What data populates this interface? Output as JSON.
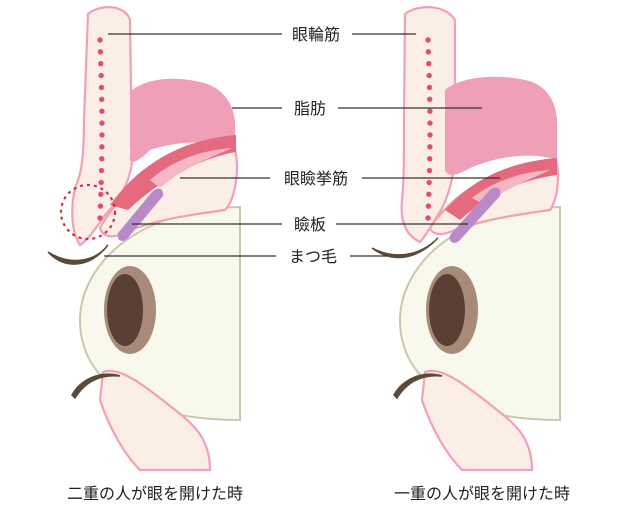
{
  "labels": {
    "orbicularis": "眼輪筋",
    "fat": "脂肪",
    "levator": "眼瞼挙筋",
    "tarsus": "瞼板",
    "eyelashes": "まつ毛"
  },
  "captions": {
    "left": "二重の人が眼を開けた時",
    "right": "一重の人が眼を開けた時"
  },
  "colors": {
    "skin": "#fbeee6",
    "skin_stroke": "#f2a0b4",
    "dots": "#e0506e",
    "fat": "#ef9fb6",
    "levator": "#e5697f",
    "levator_light": "#f5b7c4",
    "tarsus": "#b98ac8",
    "eyeball": "#f8f8ec",
    "eyeball_stroke": "#cbc6ad",
    "iris": "#a88a78",
    "pupil": "#5a4032",
    "lash": "#5a4a3a",
    "leader_line": "#333333",
    "fold_circle": "#d0303a"
  },
  "icons": {
    "left_panel": "double-eyelid-cross-section",
    "right_panel": "single-eyelid-cross-section",
    "fold_marker": "dashed-circle-marker"
  }
}
